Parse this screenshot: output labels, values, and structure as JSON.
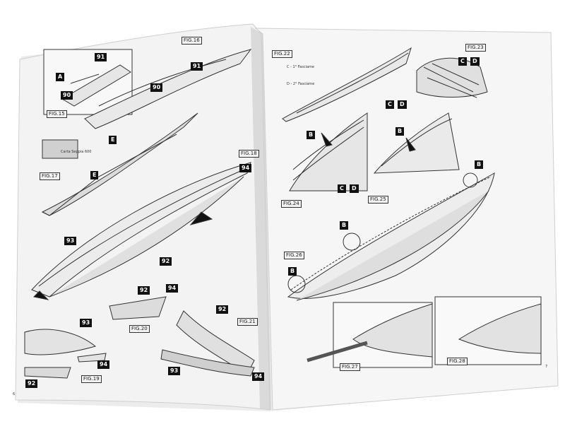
{
  "left_page": {
    "figures": {
      "fig15": "FIG.15",
      "fig16": "FIG.16",
      "fig17": "FIG.17",
      "fig18": "FIG.18",
      "fig19": "FIG.19",
      "fig20": "FIG.20",
      "fig21": "FIG.21"
    },
    "tags": {
      "a": "A",
      "n90_a": "90",
      "n91_a": "91",
      "n91_b": "91",
      "n90_b": "90",
      "e_a": "E",
      "e_b": "E",
      "n94_a": "94",
      "n93_a": "93",
      "n92_a": "92",
      "n92_b": "92",
      "n94_b": "94",
      "n93_b": "93",
      "n94_c": "94",
      "n92_c": "92",
      "n92_d": "92",
      "n93_c": "93",
      "n94_d": "94"
    },
    "sheet_label": "Carta Seppia 600",
    "page_number": "6"
  },
  "right_page": {
    "figures": {
      "fig22": "FIG.22",
      "fig23": "FIG.23",
      "fig24": "FIG.24",
      "fig25": "FIG.25",
      "fig26": "FIG.26",
      "fig27": "FIG.27",
      "fig28": "FIG.28"
    },
    "legend": {
      "c": "C - 1° Fasciame",
      "d": "D - 2° Fasciame"
    },
    "tags": {
      "c_a": "C",
      "d_a": "D",
      "c_b": "C",
      "d_b": "D",
      "b_a": "B",
      "c_c": "C",
      "d_c": "D",
      "b_b": "B",
      "b_c": "B",
      "b_d": "B",
      "b_e": "B"
    },
    "page_number": "7"
  }
}
